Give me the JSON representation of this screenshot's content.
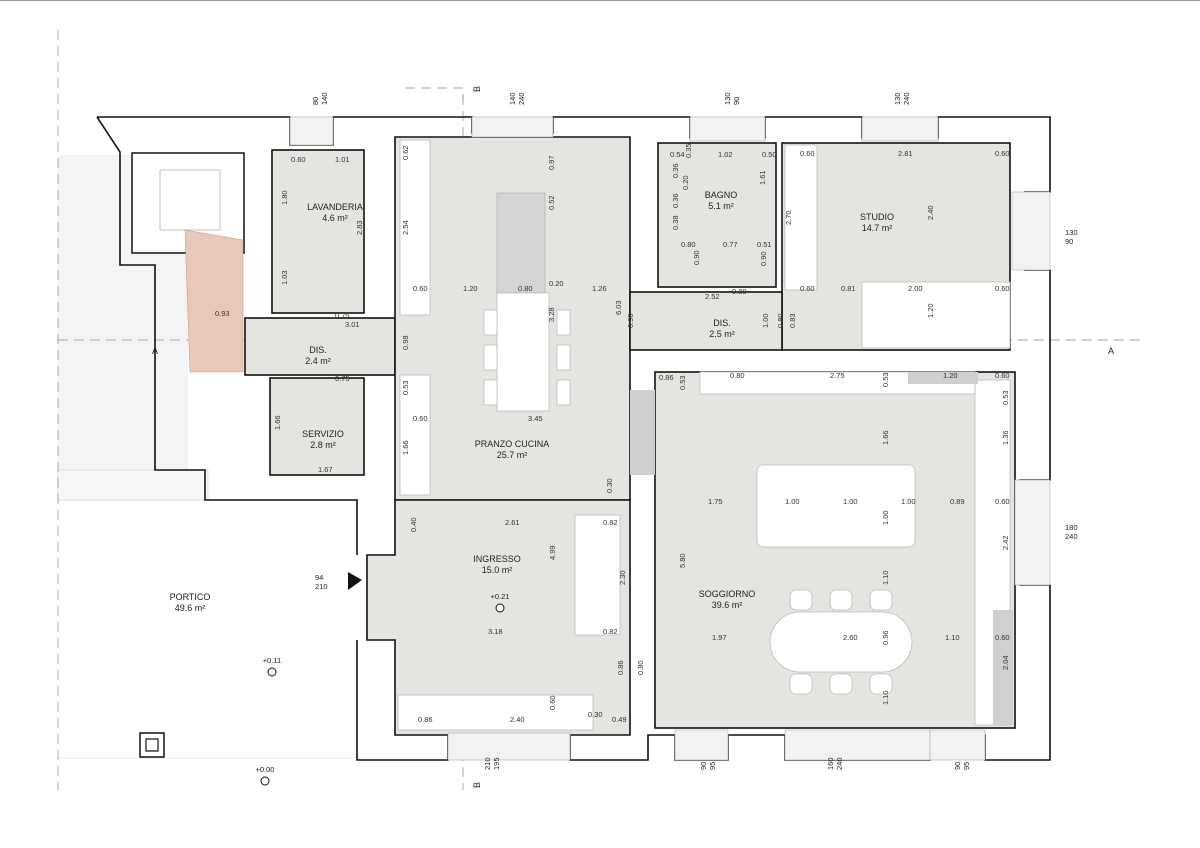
{
  "rooms": [
    {
      "name": "LAVANDERIA",
      "area": "4.6 m²"
    },
    {
      "name": "DIS.",
      "area": "2.4 m²"
    },
    {
      "name": "SERVIZIO",
      "area": "2.8 m²"
    },
    {
      "name": "PRANZO CUCINA",
      "area": "25.7 m²"
    },
    {
      "name": "BAGNO",
      "area": "5.1 m²"
    },
    {
      "name": "STUDIO",
      "area": "14.7 m²"
    },
    {
      "name": "DIS.",
      "area": "2.5 m²"
    },
    {
      "name": "INGRESSO",
      "area": "15.0 m²"
    },
    {
      "name": "SOGGIORNO",
      "area": "39.6 m²"
    },
    {
      "name": "PORTICO",
      "area": "49.6 m²"
    }
  ],
  "dimensions": [
    "0.60",
    "1.01",
    "1.80",
    "2.83",
    "1.03",
    "0.75",
    "3.01",
    "0.93",
    "0.62",
    "2.54",
    "0.97",
    "0.52",
    "0.60",
    "1.20",
    "0.80",
    "0.20",
    "1.26",
    "3.28",
    "6.03",
    "0.90",
    "0.98",
    "0.53",
    "0.75",
    "0.60",
    "3.45",
    "1.66",
    "1.66",
    "1.67",
    "0.54",
    "0.35",
    "1.02",
    "0.50",
    "0.36",
    "0.20",
    "0.36",
    "0.38",
    "1.61",
    "0.80",
    "0.77",
    "0.51",
    "0.90",
    "0.90",
    "0.80",
    "2.52",
    "0.60",
    "2.81",
    "0.60",
    "2.70",
    "2.40",
    "0.60",
    "0.81",
    "2.00",
    "0.60",
    "1.20",
    "1.00",
    "0.80",
    "0.83",
    "0.86",
    "0.53",
    "0.80",
    "2.75",
    "0.53",
    "1.20",
    "0.60",
    "0.53",
    "1.66",
    "1.36",
    "1.75",
    "1.00",
    "1.00",
    "1.00",
    "0.89",
    "0.60",
    "1.00",
    "2.42",
    "5.80",
    "1.10",
    "1.97",
    "2.60",
    "1.10",
    "0.60",
    "0.96",
    "2.04",
    "1.10",
    "0.30",
    "0.40",
    "2.61",
    "0.82",
    "4.99",
    "2.30",
    "3.18",
    "0.82",
    "0.86",
    "0.80",
    "0.60",
    "0.86",
    "2.40",
    "0.30",
    "0.49"
  ],
  "openings": [
    [
      "80",
      "140"
    ],
    [
      "140",
      "240"
    ],
    [
      "130",
      "90"
    ],
    [
      "130",
      "240"
    ],
    [
      "130",
      "90"
    ],
    [
      "180",
      "240"
    ],
    [
      "210",
      "195"
    ],
    [
      "90",
      "95"
    ],
    [
      "160",
      "240"
    ],
    [
      "90",
      "95"
    ],
    [
      "94",
      "210"
    ]
  ],
  "levels": [
    "+0.21",
    "+0.11",
    "+0.00"
  ],
  "sections": [
    "A",
    "A",
    "B",
    "B"
  ]
}
